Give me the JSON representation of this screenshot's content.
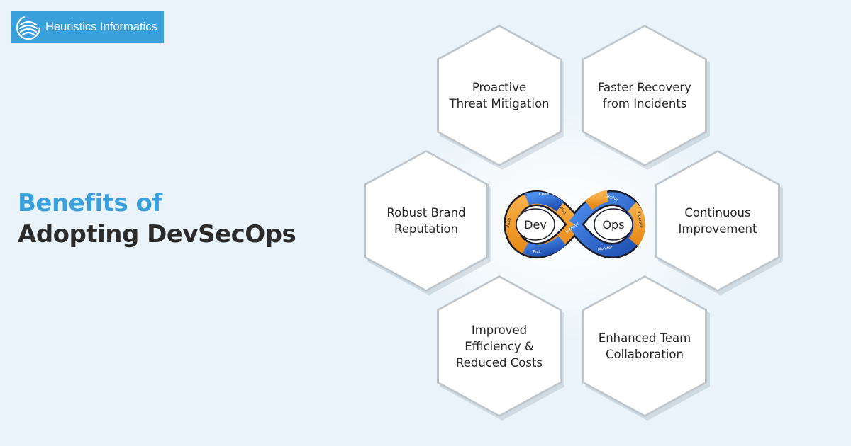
{
  "logo": {
    "text": "Heuristics Informatics",
    "icon": "swirl-logo-icon"
  },
  "heading": {
    "line1": "Benefits of",
    "line2": "Adopting DevSecOps"
  },
  "benefits": [
    {
      "label": "Proactive\nThreat Mitigation"
    },
    {
      "label": "Faster Recovery\nfrom Incidents"
    },
    {
      "label": "Robust Brand\nReputation"
    },
    {
      "label": "Continuous\nImprovement"
    },
    {
      "label": "Improved\nEfficiency &\nReduced Costs"
    },
    {
      "label": "Enhanced Team\nCollaboration"
    }
  ],
  "devops": {
    "left": "Dev",
    "right": "Ops",
    "stages": [
      "Code",
      "Build",
      "Test",
      "Plan",
      "Release",
      "Deploy",
      "Operate",
      "Monitor"
    ]
  },
  "colors": {
    "background": "#e9f3f9",
    "brand_blue": "#3aa0dc",
    "heading_dark": "#2b2b2b",
    "loop_blue": "#2d6fd6",
    "loop_orange": "#f39c2a"
  }
}
